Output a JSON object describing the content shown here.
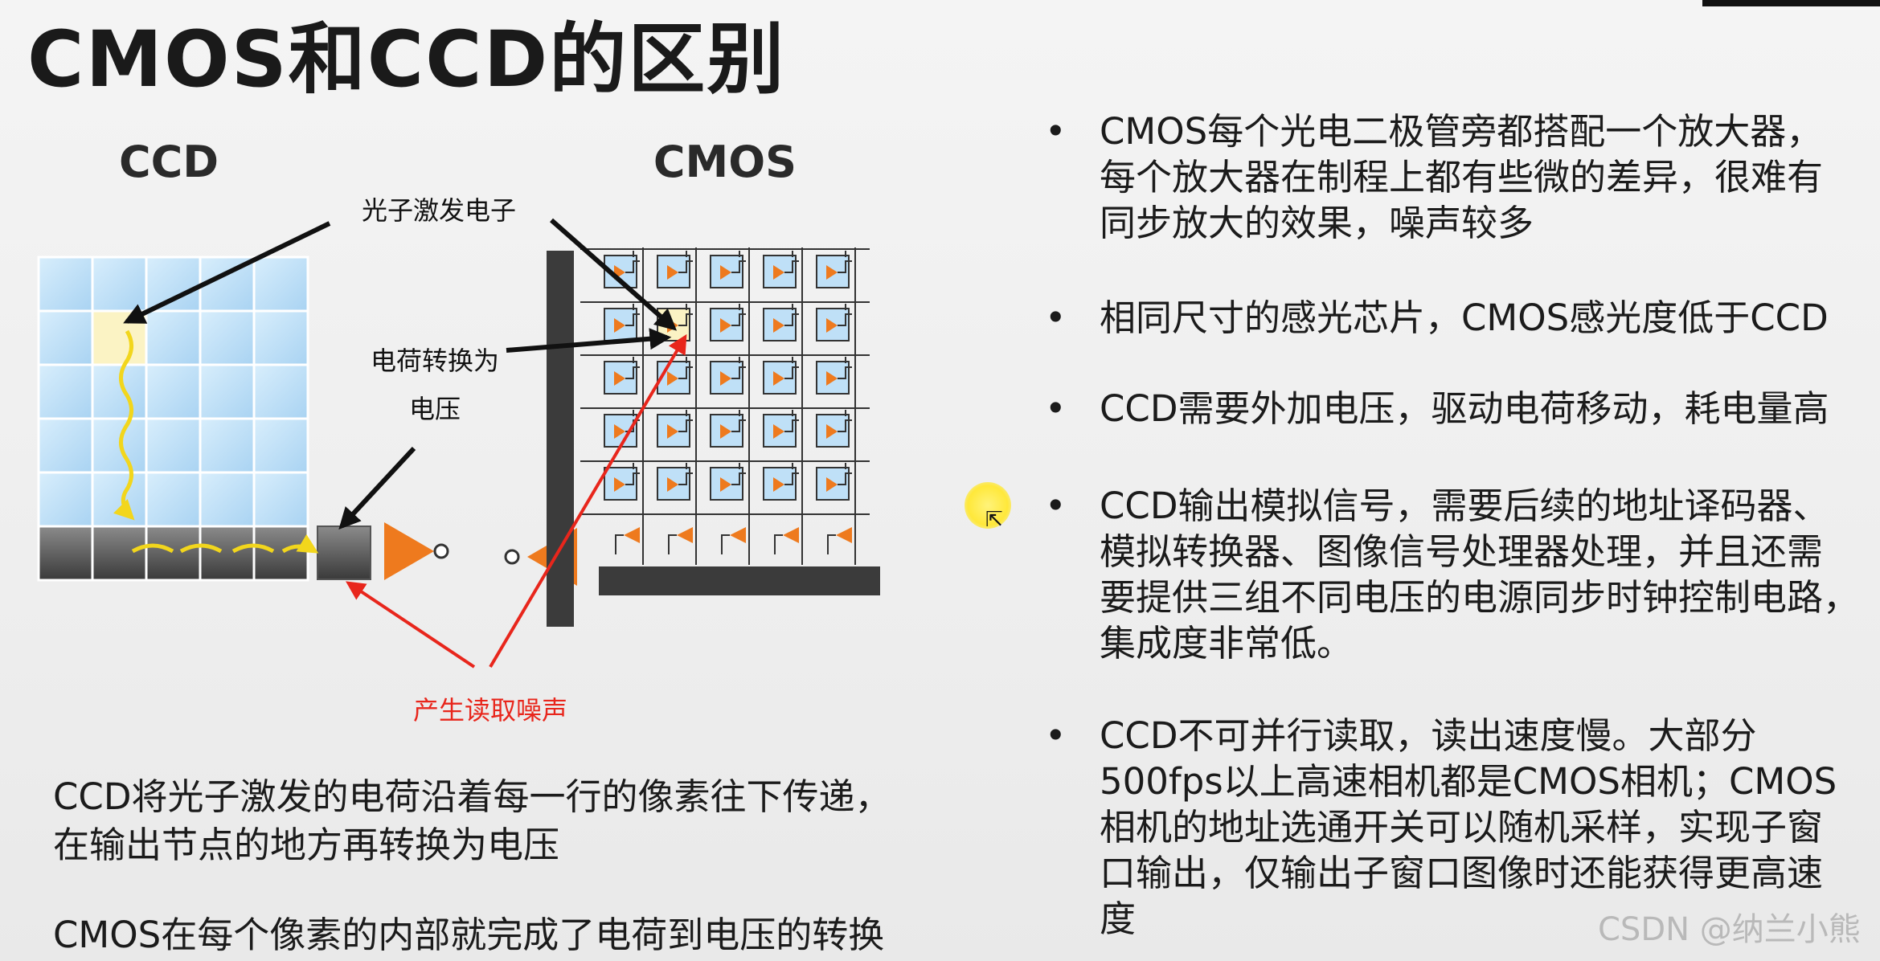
{
  "title": "CMOS和CCD的区别",
  "diagram": {
    "ccd_label": "CCD",
    "cmos_label": "CMOS",
    "annotation_photon": "光子激发电子",
    "annotation_charge_1": "电荷转换为",
    "annotation_charge_2": "电压",
    "annotation_noise": "产生读取噪声",
    "colors": {
      "noise": "#e8261c",
      "amplifier": "#ee7a1e",
      "pixel": "#bfe0f7",
      "charge_path": "#f2d61c"
    }
  },
  "paragraphs": [
    {
      "lines": [
        "CCD将光子激发的电荷沿着每一行的像素往下传递，",
        "在输出节点的地方再转换为电压"
      ]
    },
    {
      "lines": [
        "CMOS在每个像素的内部就完成了电荷到电压的转换"
      ]
    }
  ],
  "bullet_symbol": "•",
  "bullets": [
    {
      "lines": [
        "CMOS每个光电二极管旁都搭配一个放大器，",
        "每个放大器在制程上都有些微的差异，很难有",
        "同步放大的效果，噪声较多"
      ]
    },
    {
      "lines": [
        "相同尺寸的感光芯片，CMOS感光度低于CCD"
      ]
    },
    {
      "lines": [
        "CCD需要外加电压，驱动电荷移动，耗电量高"
      ]
    },
    {
      "lines": [
        "CCD输出模拟信号，需要后续的地址译码器、",
        "模拟转换器、图像信号处理器处理，并且还需",
        "要提供三组不同电压的电源同步时钟控制电路，",
        "集成度非常低。"
      ]
    },
    {
      "lines": [
        "CCD不可并行读取，读出速度慢。大部分",
        "500fps以上高速相机都是CMOS相机；CMOS",
        "相机的地址选通开关可以随机采样，实现子窗",
        "口输出，仅输出子窗口图像时还能获得更高速",
        "度"
      ]
    }
  ],
  "cursor_icon": "pointer-arrow-icon",
  "watermark": "CSDN @纳兰小熊"
}
